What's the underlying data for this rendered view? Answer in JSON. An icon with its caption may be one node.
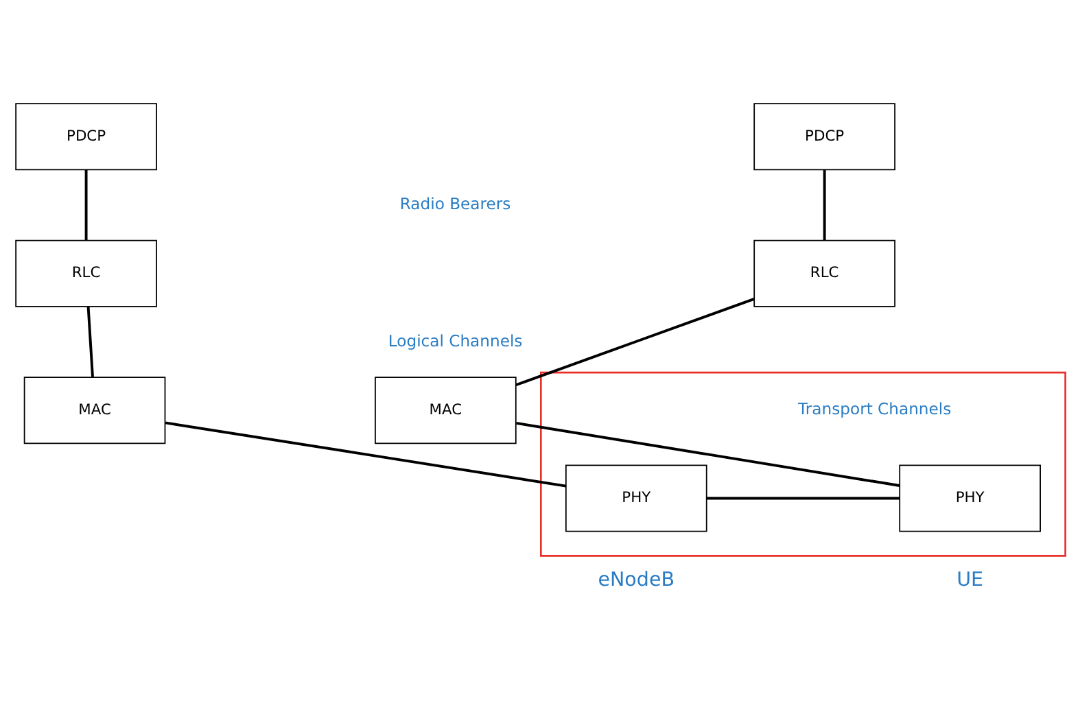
{
  "diagram": {
    "nodes": [
      {
        "text": [
          "PDCP"
        ]
      },
      {
        "text": [
          "PDCP"
        ]
      },
      {
        "text": [
          "RLC"
        ]
      },
      {
        "text": [
          "RLC"
        ]
      },
      {
        "text": [
          "MAC"
        ]
      },
      {
        "text": [
          "MAC"
        ]
      },
      {
        "text": [],
        "shape": "box"
      },
      {
        "text": [
          "PHY"
        ],
        "in": 6
      },
      {
        "text": [
          "PHY"
        ],
        "in": 6
      }
    ],
    "edges": [
      {
        "from": 0,
        "to": 2,
        "arrow": "none"
      },
      {
        "from": 1,
        "to": 3,
        "arrow": "none"
      },
      {
        "from": 2,
        "to": 4,
        "arrow": "none"
      },
      {
        "from": 3,
        "to": 5,
        "arrow": "none"
      },
      {
        "from": 4,
        "to": 7,
        "arrow": "none"
      },
      {
        "from": 5,
        "to": 8,
        "arrow": "none"
      },
      {
        "from": 7,
        "to": 8,
        "arrow": "none"
      }
    ],
    "labels": [
      "Radio Bearers",
      "Logical Channels",
      "Transport Channels",
      "eNodeB",
      "UE"
    ]
  }
}
